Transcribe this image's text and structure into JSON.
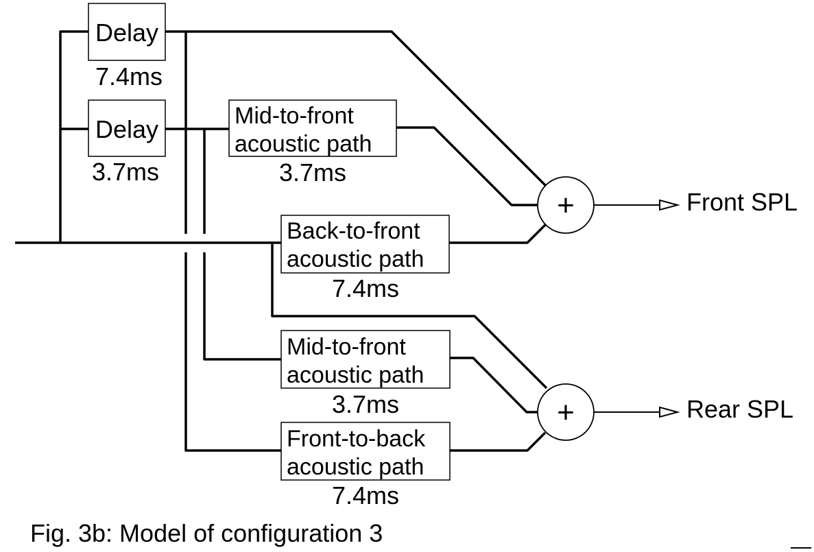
{
  "blocks": {
    "delay_top": {
      "label": "Delay",
      "value": "7.4ms"
    },
    "delay_mid": {
      "label": "Delay",
      "value": "3.7ms"
    },
    "mid_to_front_upper": {
      "line1": "Mid-to-front",
      "line2": "acoustic path",
      "value": "3.7ms"
    },
    "back_to_front": {
      "line1": "Back-to-front",
      "line2": "acoustic path",
      "value": "7.4ms"
    },
    "mid_to_front_lower": {
      "line1": "Mid-to-front",
      "line2": "acoustic path",
      "value": "3.7ms"
    },
    "front_to_back": {
      "line1": "Front-to-back",
      "line2": "acoustic path",
      "value": "7.4ms"
    }
  },
  "summing": {
    "front": {
      "symbol": "+",
      "output": "Front SPL"
    },
    "rear": {
      "symbol": "+",
      "output": "Rear SPL"
    }
  },
  "caption": "Fig. 3b: Model of configuration 3"
}
